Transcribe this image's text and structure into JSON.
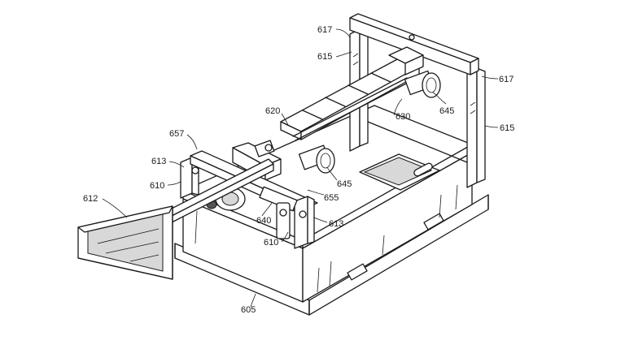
{
  "labels": {
    "l617a": "617",
    "l615a": "615",
    "l617b": "617",
    "l615b": "615",
    "l645a": "645",
    "l630": "630",
    "l620": "620",
    "l657": "657",
    "l613a": "613",
    "l610a": "610",
    "l645b": "645",
    "l612": "612",
    "l655": "655",
    "l640": "640",
    "l613b": "613",
    "l610b": "610",
    "l605": "605"
  }
}
